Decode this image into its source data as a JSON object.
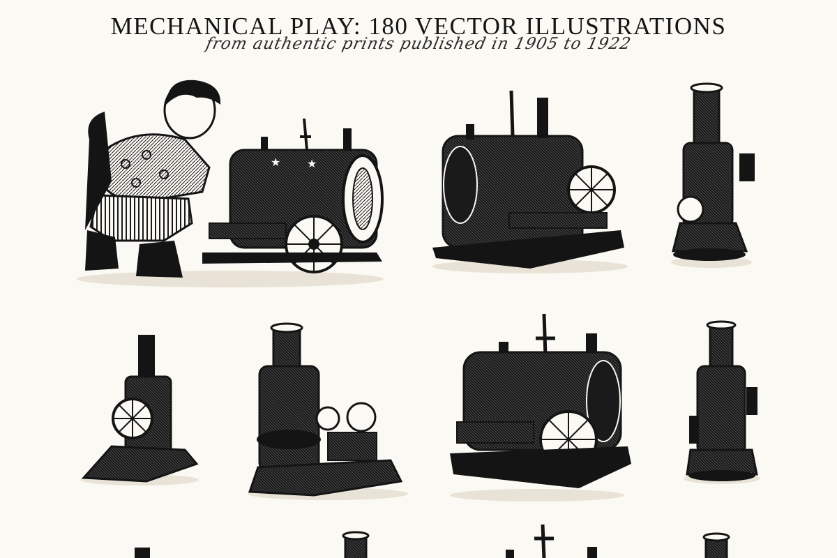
{
  "header": {
    "title": "MECHANICAL PLAY: 180 VECTOR ILLUSTRATIONS",
    "subtitle": "from authentic prints published in 1905 to 1922"
  },
  "illustrations": [
    "boy-with-steam-engine-illustration",
    "horizontal-steam-engine-illustration",
    "vertical-boiler-illustration",
    "small-vertical-engine-illustration",
    "vertical-boiler-with-flywheel-illustration",
    "horizontal-boiler-with-flywheel-illustration",
    "vertical-boiler-with-gauges-illustration",
    "partial-engine-illustrations-bottom-row"
  ],
  "colors": {
    "ink": "#141414",
    "paper": "#fbf9f3",
    "shadow": "#e8e3d6"
  }
}
